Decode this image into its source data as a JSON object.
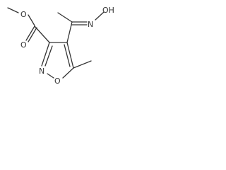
{
  "molecule": {
    "atoms": {
      "ester_ether_o": "O",
      "carbonyl_o": "O",
      "oxime_oh": "OH",
      "oxime_n": "N",
      "ring_n": "N",
      "ring_o": "O"
    }
  },
  "colors": {
    "bond": "#333333",
    "label": "#333333",
    "background": "#ffffff"
  }
}
